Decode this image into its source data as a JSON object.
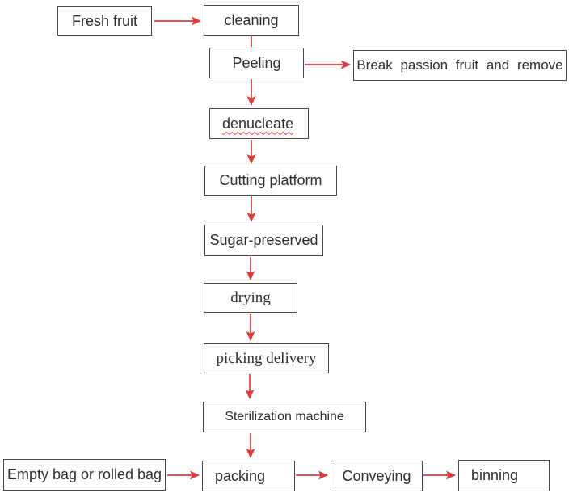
{
  "diagram": {
    "type": "flowchart",
    "colors": {
      "arrow": "#e03a3c",
      "box_border": "#4a4a4a",
      "text": "#2e2e2e",
      "background": "#ffffff"
    },
    "nodes": {
      "fresh_fruit": {
        "label": "Fresh fruit"
      },
      "cleaning": {
        "label": "cleaning"
      },
      "peeling": {
        "label": "Peeling"
      },
      "break_passion_fruit": {
        "label": "Break passion fruit and remove"
      },
      "denucleate": {
        "label": "denucleate"
      },
      "cutting_platform": {
        "label": "Cutting platform"
      },
      "sugar_preserved": {
        "label": "Sugar-preserved"
      },
      "drying": {
        "label": "drying"
      },
      "picking_delivery": {
        "label": "picking delivery"
      },
      "sterilization_machine": {
        "label": "Sterilization machine"
      },
      "empty_bag": {
        "label": "Empty bag or rolled bag"
      },
      "packing": {
        "label": "packing"
      },
      "conveying": {
        "label": "Conveying"
      },
      "binning": {
        "label": "binning"
      }
    },
    "edges": [
      {
        "from": "fresh_fruit",
        "to": "cleaning",
        "arrowhead": true
      },
      {
        "from": "cleaning",
        "to": "peeling",
        "arrowhead": false
      },
      {
        "from": "peeling",
        "to": "break_passion_fruit",
        "arrowhead": true
      },
      {
        "from": "peeling",
        "to": "denucleate",
        "arrowhead": true
      },
      {
        "from": "denucleate",
        "to": "cutting_platform",
        "arrowhead": true
      },
      {
        "from": "cutting_platform",
        "to": "sugar_preserved",
        "arrowhead": true
      },
      {
        "from": "sugar_preserved",
        "to": "drying",
        "arrowhead": true
      },
      {
        "from": "drying",
        "to": "picking_delivery",
        "arrowhead": true
      },
      {
        "from": "picking_delivery",
        "to": "sterilization_machine",
        "arrowhead": true
      },
      {
        "from": "sterilization_machine",
        "to": "packing",
        "arrowhead": true
      },
      {
        "from": "empty_bag",
        "to": "packing",
        "arrowhead": true
      },
      {
        "from": "packing",
        "to": "conveying",
        "arrowhead": true
      },
      {
        "from": "conveying",
        "to": "binning",
        "arrowhead": true
      }
    ]
  }
}
